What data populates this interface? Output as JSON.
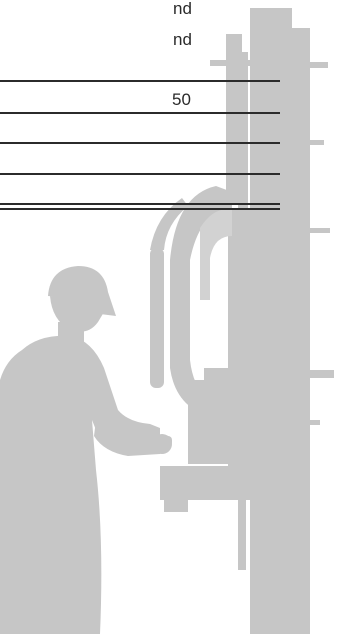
{
  "labels": {
    "nd_top": "nd",
    "nd_second": "nd",
    "value_50": "50"
  },
  "colors": {
    "silhouette": "#c6c6c6",
    "lines": "#2b2b2b",
    "label": "#2a2a2a"
  },
  "icons": {
    "drill_rig": "drill-rig-silhouette",
    "worker": "worker-silhouette"
  }
}
